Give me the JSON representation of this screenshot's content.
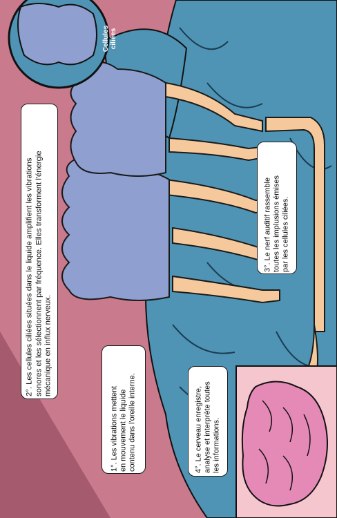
{
  "labels": {
    "step1": "1°. Les vibrations mettent\nen mouvement le liquide\ncontenu dans l'oreille interne.",
    "step2": "2°. Les cellules ciliées situées dans le liquide amplifient les vibrations\nsonores et les sélectionnent par fréquence. Elles transforment l'énergie\nmécanique en influx nerveux.",
    "step3": "3°. Le nerf auditif rassemble\ntoutes les implusions émises\npar les cellules ciliées.",
    "step4": "4°. Le cerveau enregistre,\nanalyse et interprète toutes\nles informations.",
    "cells": "Cellules\nciliées"
  },
  "colors": {
    "background": "#c97a8c",
    "background_dark": "#a55a6e",
    "membrane": "#4f94b4",
    "membrane_dark": "#2f6f8f",
    "hair_cells": "#8e9fd0",
    "nerve_fibers": "#f6c99c",
    "brain": "#e58ab6",
    "brain_box": "#f6c6cf"
  }
}
